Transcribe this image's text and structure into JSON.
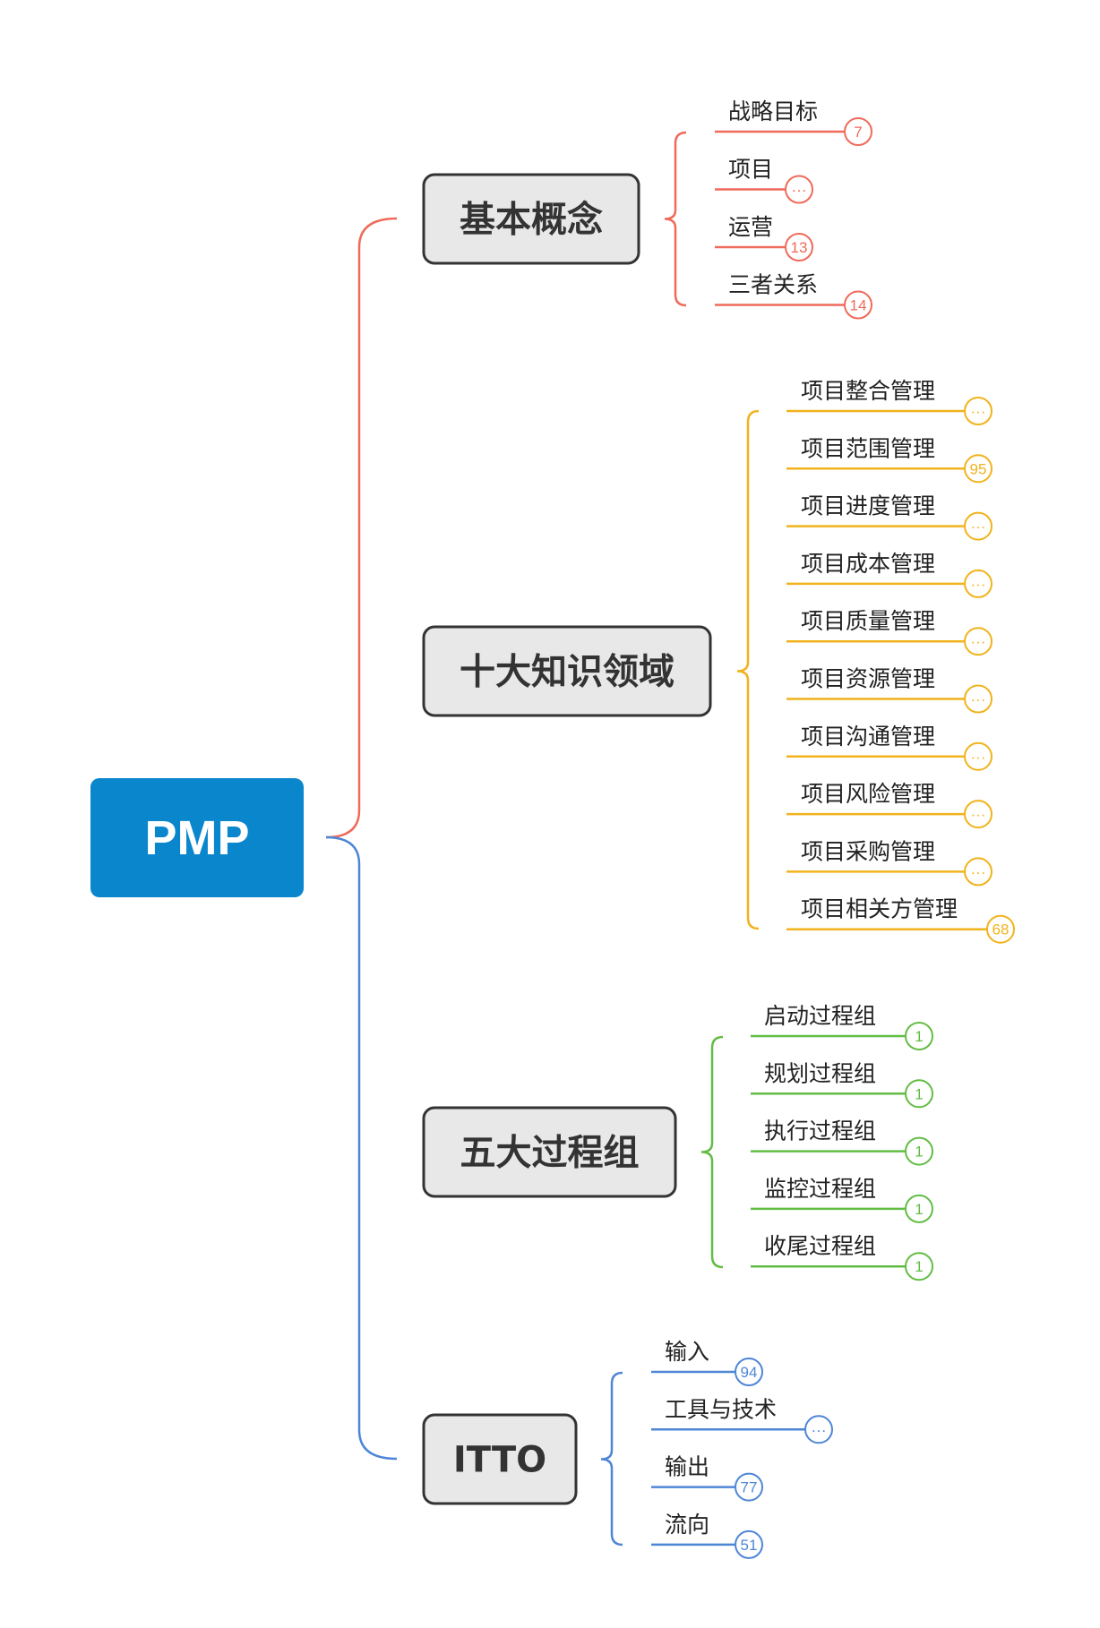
{
  "root": {
    "label": "PMP"
  },
  "colors": {
    "root": "#0a86cd",
    "upper_trunk": "#ef6a5a",
    "lower_trunk": "#4e86d6",
    "branch_0": "#ef6a5a",
    "branch_1": "#f1b31c",
    "branch_2": "#62bd44",
    "branch_3": "#4e86d6"
  },
  "branches": [
    {
      "label": "基本概念",
      "color": "#ef6a5a",
      "children": [
        {
          "label": "战略目标",
          "badge": "7"
        },
        {
          "label": "项目",
          "badge": "···"
        },
        {
          "label": "运营",
          "badge": "13"
        },
        {
          "label": "三者关系",
          "badge": "14"
        }
      ]
    },
    {
      "label": "十大知识领域",
      "color": "#f1b31c",
      "children": [
        {
          "label": "项目整合管理",
          "badge": "···"
        },
        {
          "label": "项目范围管理",
          "badge": "95"
        },
        {
          "label": "项目进度管理",
          "badge": "···"
        },
        {
          "label": "项目成本管理",
          "badge": "···"
        },
        {
          "label": "项目质量管理",
          "badge": "···"
        },
        {
          "label": "项目资源管理",
          "badge": "···"
        },
        {
          "label": "项目沟通管理",
          "badge": "···"
        },
        {
          "label": "项目风险管理",
          "badge": "···"
        },
        {
          "label": "项目采购管理",
          "badge": "···"
        },
        {
          "label": "项目相关方管理",
          "badge": "68"
        }
      ]
    },
    {
      "label": "五大过程组",
      "color": "#62bd44",
      "children": [
        {
          "label": "启动过程组",
          "badge": "1"
        },
        {
          "label": "规划过程组",
          "badge": "1"
        },
        {
          "label": "执行过程组",
          "badge": "1"
        },
        {
          "label": "监控过程组",
          "badge": "1"
        },
        {
          "label": "收尾过程组",
          "badge": "1"
        }
      ]
    },
    {
      "label": "ITTO",
      "color": "#4e86d6",
      "children": [
        {
          "label": "输入",
          "badge": "94"
        },
        {
          "label": "工具与技术",
          "badge": "···"
        },
        {
          "label": "输出",
          "badge": "77"
        },
        {
          "label": "流向",
          "badge": "51"
        }
      ]
    }
  ]
}
